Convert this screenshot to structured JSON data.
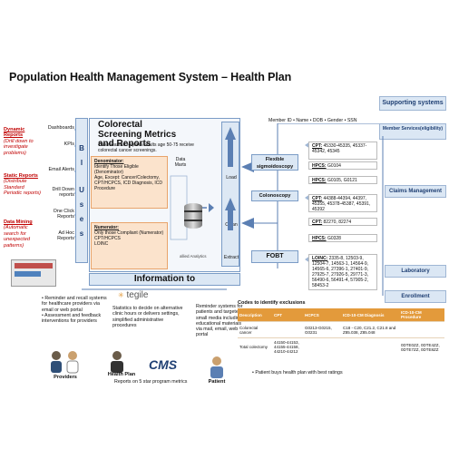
{
  "title": "Population Health Management System – Health Plan",
  "supporting_systems": "Supporting systems",
  "left_labels": [
    {
      "title": "Dynamic Reports",
      "desc": "(Drill down to investigate problems)"
    },
    {
      "title": "Static Reports",
      "desc": "(Distribute Standard Periodic reports)"
    },
    {
      "title": "Data Mining",
      "desc": "(Automatic search for unexpected patterns)"
    }
  ],
  "mid_items": [
    "Dashboards",
    "KPIs",
    "Email Alerts",
    "Drill Down reports",
    "One Click Reports",
    "Ad Hoc Reports"
  ],
  "bi_letters": [
    "B",
    "I",
    "U",
    "s",
    "e",
    "s"
  ],
  "cs_title": "Colorectal Screening Metrics and Reports",
  "cs_sub": "This measure requires adults age 50-75 receive colorectal cancer screenings.",
  "denominator": {
    "title": "Denominator:",
    "lines": [
      "Identify Those Eligible (Denominator)",
      "Age, Except: Cancer/Colectomy, CPT/HCPCS, ICD Diagnosis, ICD Procedure"
    ]
  },
  "numerator": {
    "title": "Numerator:",
    "lines": [
      "Only those Compliant (Numerator)",
      "CPT/HCPCS",
      "LOINC"
    ]
  },
  "data_marts": "Data Marts",
  "allied": "allied Analytics",
  "lce": [
    "Load",
    "Clean",
    "Extract"
  ],
  "info_to": "Information to",
  "member_id": "Member ID • Name • DOB • Gender • SSN",
  "member_services": "Member Services(eligibility)",
  "procedures": [
    {
      "name": "Flexible sigmoidoscopy",
      "codes": [
        {
          "label": "CPT:",
          "text": "45330-45335, 45337-45342, 45345"
        },
        {
          "label": "HPCS:",
          "text": "G0104"
        },
        {
          "label": "HPCS:",
          "text": "G0105, G0121"
        }
      ]
    },
    {
      "name": "Colonoscopy",
      "codes": [
        {
          "label": "CPT:",
          "text": "44388-44394, 44397, 45355, 45378-45387, 45391, 45392"
        },
        {
          "label": "CPT:",
          "text": "82270, 82274"
        },
        {
          "label": "HPCS:",
          "text": "G0328"
        }
      ]
    },
    {
      "name": "FOBT",
      "codes": [
        {
          "label": "LOINC:",
          "text": "2335-8, 12503-9, 12504-7, 14563-1, 14564-9, 14565-6, 27396-1, 27401-9, 27925-7, 27926-5, 29771-3, 56490-6, 56491-4, 57905-2, 58453-2"
        }
      ]
    }
  ],
  "claims_management": "Claims Management",
  "laboratory": "Laboratory",
  "enrollment": "Enrollment",
  "providers_bullets": [
    "Reminder and recall systems for healthcare providers via email or web portal",
    "Assessment and feedback interventions for providers"
  ],
  "providers_label": "Providers",
  "tegile": "tegile",
  "hp_text": "Statistics to decide on alternative clinic hours or delivers settings, simplified administrative procedures",
  "hp_label": "Health Plan",
  "cms": "CMS",
  "cms_text": "Reports on 5 star program metrics",
  "patient_text": "Reminder systems for patients and targeted small media including educational materials via mail, email, web portal",
  "patient_label": "Patient",
  "excl_title": "Codes to identify exclusions",
  "excl_headers": [
    "Description",
    "CPT",
    "HCPCS",
    "ICD-10-CM Diagnosis",
    "ICD-10-CM Procedure"
  ],
  "excl_rows": [
    [
      "Colorectal cancer",
      "",
      "G0213-G0215, G0231",
      "C18 - C20, C21.2, C21.8 and Z85.038, Z85.048",
      ""
    ],
    [
      "Total colectomy",
      "44150-44153, 44155-44158, 44210-44212",
      "",
      "",
      "0DTE0ZZ, 0DTE4ZZ, 0DTE7ZZ, 0DTE8ZZ"
    ]
  ],
  "patient_bullet": "Patient buys health plan with best ratings"
}
